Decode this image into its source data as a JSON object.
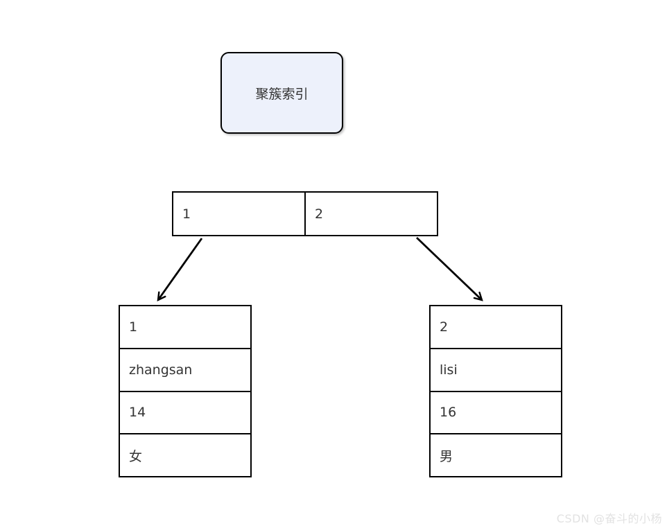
{
  "diagram": {
    "title_box": {
      "label": "聚簇索引"
    },
    "index_row": {
      "cells": [
        "1",
        "2"
      ]
    },
    "records": {
      "left": {
        "rows": [
          "1",
          "zhangsan",
          "14",
          "女"
        ]
      },
      "right": {
        "rows": [
          "2",
          "lisi",
          "16",
          "男"
        ]
      }
    },
    "arrows": [
      {
        "from": "index-cell-1",
        "to": "left-record-table"
      },
      {
        "from": "index-cell-2",
        "to": "right-record-table"
      }
    ]
  },
  "watermark": {
    "text": "CSDN @奋斗的小杨"
  },
  "colors": {
    "background": "#ffffff",
    "box_fill": "#edf1fb",
    "stroke": "#000000",
    "text": "#333333",
    "watermark_text": "#e2e2e2"
  }
}
